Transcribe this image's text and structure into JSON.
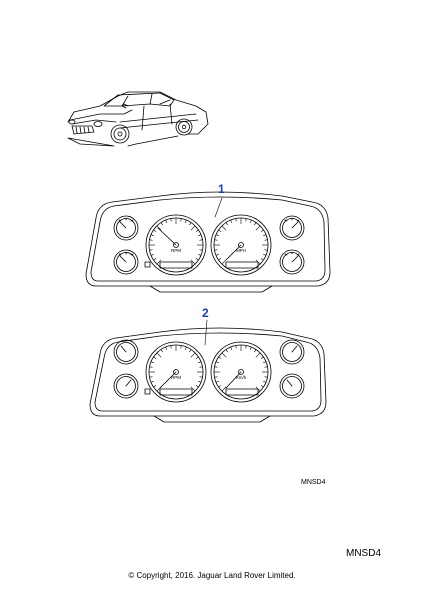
{
  "diagram": {
    "callouts": [
      {
        "label": "1"
      },
      {
        "label": "2"
      }
    ],
    "drawing_ref_small": "MNSD4",
    "drawing_ref_large": "MNSD4",
    "copyright": "© Copyright, 2016. Jaguar Land Rover Limited.",
    "gauge_text": {
      "speedo_unit_1": "MPH",
      "speedo_unit_2": "Km/h",
      "tacho_unit": "RPM"
    },
    "colors": {
      "line": "#000000",
      "callout": "#1a3fb0",
      "background": "#ffffff"
    }
  }
}
